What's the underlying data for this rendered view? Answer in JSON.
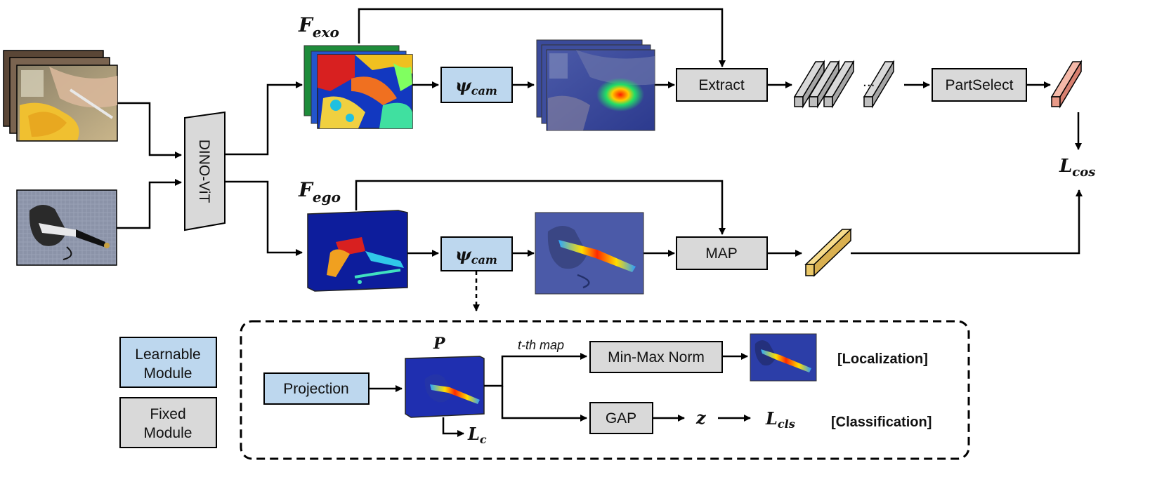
{
  "backbone": {
    "label": "DINO-ViT"
  },
  "top_branch": {
    "feature_label": "F",
    "feature_sub": "exo",
    "cam_label": "ψ",
    "cam_sub": "cam",
    "extract_label": "Extract",
    "ellipsis": "...",
    "partselect_label": "PartSelect"
  },
  "bottom_branch": {
    "feature_label": "F",
    "feature_sub": "ego",
    "cam_label": "ψ",
    "cam_sub": "cam",
    "map_label": "MAP"
  },
  "loss_cos": {
    "main": "L",
    "sub": "cos"
  },
  "legend": {
    "learnable_line1": "Learnable",
    "learnable_line2": "Module",
    "fixed_line1": "Fixed",
    "fixed_line2": "Module",
    "learnable_color": "#bdd7ee",
    "fixed_color": "#d9d9d9"
  },
  "detail": {
    "projection_label": "Projection",
    "p_label": "P",
    "tth_label": "t-th map",
    "minmax_label": "Min-Max Norm",
    "gap_label": "GAP",
    "z_label": "z",
    "loss_c": {
      "main": "L",
      "sub": "c"
    },
    "loss_cls": {
      "main": "L",
      "sub": "cls"
    },
    "localization_label": "[Localization]",
    "classification_label": "[Classification]"
  }
}
